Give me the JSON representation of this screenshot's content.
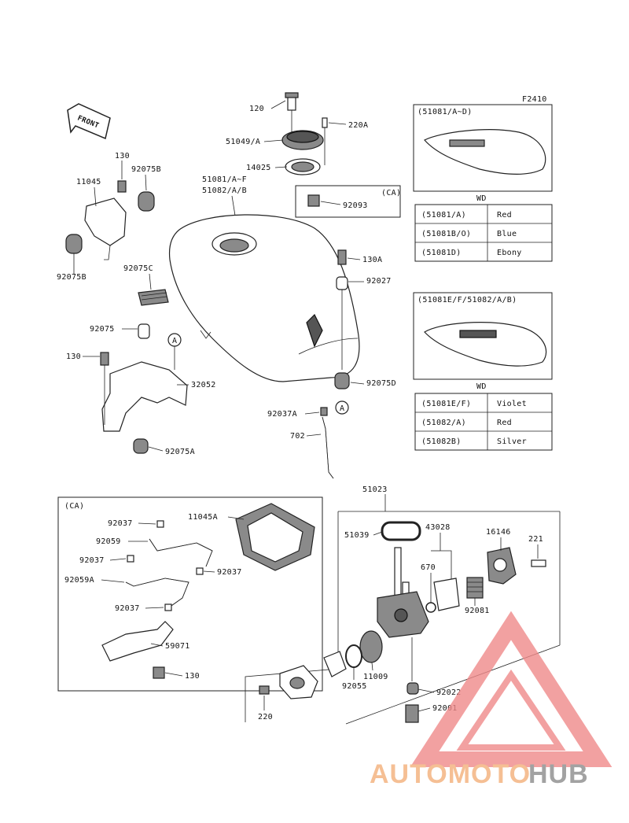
{
  "figure_code": "F2410",
  "front_arrow": "FRONT",
  "callouts": {
    "p120": "120",
    "p220A": "220A",
    "p51049A": "51049/A",
    "p14025": "14025",
    "p51081AF": "51081/A~F",
    "p51082AB": "51082/A/B",
    "p92093": "92093",
    "pCA": "(CA)",
    "p130a": "130",
    "p92075B_top": "92075B",
    "p11045": "11045",
    "p92075B_left": "92075B",
    "p92075C": "92075C",
    "p130A": "130A",
    "p92027": "92027",
    "p92075": "92075",
    "pA1": "A",
    "p130b": "130",
    "p32052": "32052",
    "p92075D": "92075D",
    "p92037A": "92037A",
    "pA2": "A",
    "p702": "702",
    "p92075A": "92075A",
    "p51023": "51023",
    "p51039": "51039",
    "p43028": "43028",
    "p16146": "16146",
    "p221": "221",
    "p670": "670",
    "p92081": "92081",
    "p11009": "11009",
    "p92055": "92055",
    "p92022": "92022",
    "p92001": "92001",
    "p220": "220"
  },
  "ca_panel": {
    "title": "(CA)",
    "p92037_1": "92037",
    "p92059": "92059",
    "p92037_2": "92037",
    "p92059A": "92059A",
    "p92037_3": "92037",
    "p92037_4": "92037",
    "p11045A": "11045A",
    "p59071": "59071",
    "p130": "130"
  },
  "color_table_1": {
    "header": "(51081/A~D)",
    "caption": "WD",
    "rows": [
      {
        "code": "(51081/A)",
        "color": "Red"
      },
      {
        "code": "(51081B/O)",
        "color": "Blue"
      },
      {
        "code": "(51081D)",
        "color": "Ebony"
      }
    ]
  },
  "color_table_2": {
    "header": "(51081E/F/51082/A/B)",
    "caption": "WD",
    "rows": [
      {
        "code": "(51081E/F)",
        "color": "Violet"
      },
      {
        "code": "(51082/A)",
        "color": "Red"
      },
      {
        "code": "(51082B)",
        "color": "Silver"
      }
    ]
  },
  "watermark": {
    "left": "AUTOMOTO",
    "right": "HUB",
    "left_color": "#f3b07a",
    "right_color": "#8c8c8c",
    "triangle_color": "#f08a8a"
  }
}
